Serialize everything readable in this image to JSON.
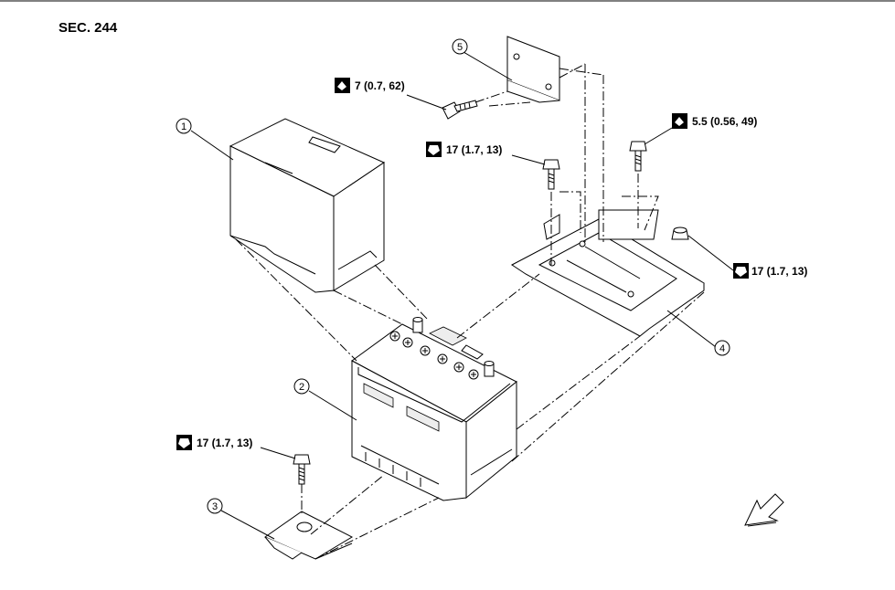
{
  "section": "SEC. 244",
  "callouts": [
    {
      "num": "1"
    },
    {
      "num": "2"
    },
    {
      "num": "3"
    },
    {
      "num": "4"
    },
    {
      "num": "5"
    }
  ],
  "torques": [
    {
      "label": "7 (0.7, 62)",
      "icon": "torque-bolt-icon"
    },
    {
      "label": "5.5 (0.56, 49)",
      "icon": "torque-bolt-icon"
    },
    {
      "label": "17 (1.7, 13)",
      "icon": "torque-nut-icon"
    },
    {
      "label": "17 (1.7, 13)",
      "icon": "torque-nut-icon"
    },
    {
      "label": "17 (1.7, 13)",
      "icon": "torque-nut-icon"
    }
  ],
  "front_arrow": "front-arrow-icon"
}
